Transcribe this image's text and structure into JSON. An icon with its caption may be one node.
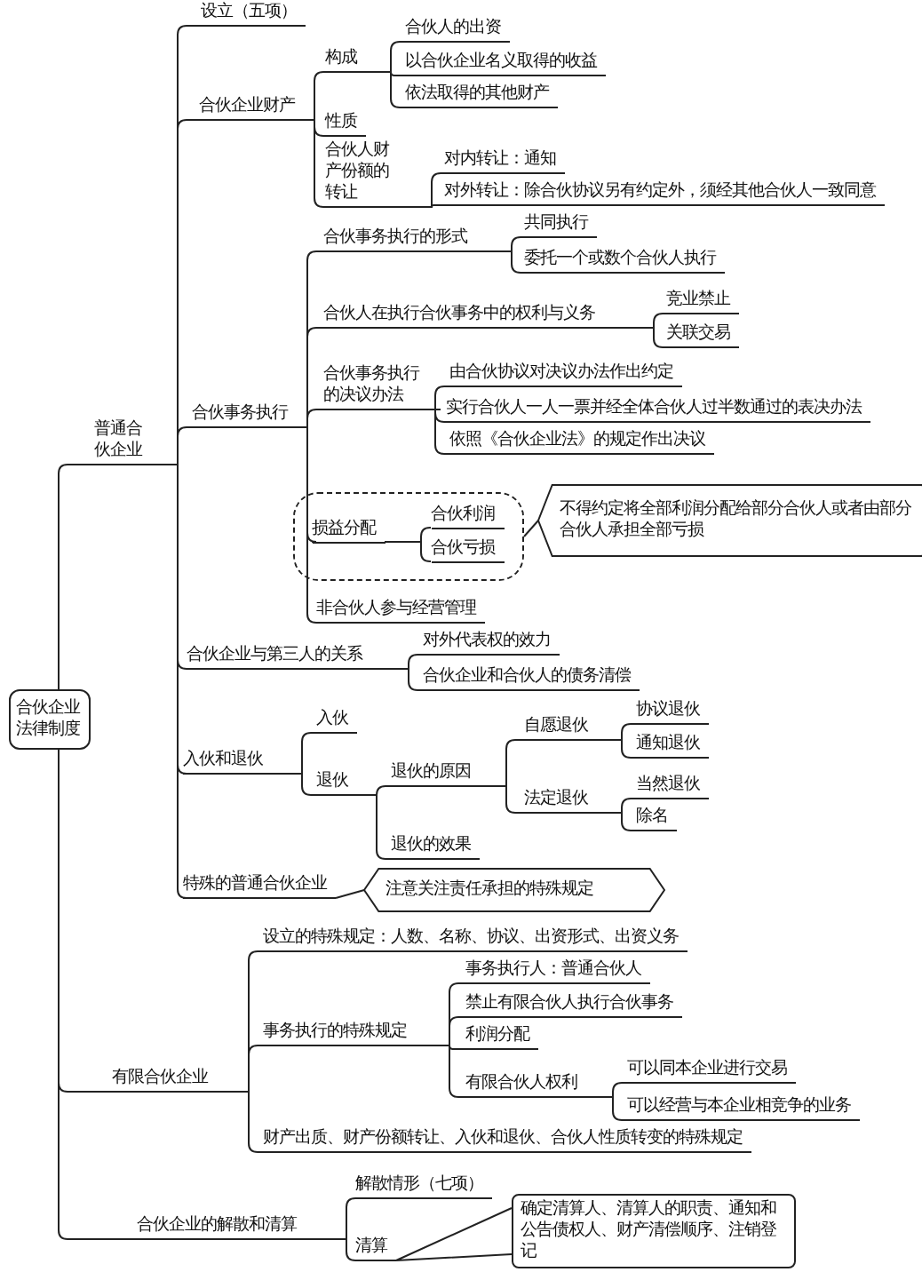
{
  "diagram": {
    "nodes": [
      {
        "text": [
          "合伙企业法律制度"
        ]
      },
      {
        "text": [
          "普通合伙企业"
        ]
      },
      {
        "text": [
          "设立（五项）"
        ]
      },
      {
        "text": [
          "合伙企业财产"
        ]
      },
      {
        "text": [
          "构成"
        ]
      },
      {
        "text": [
          "合伙人的出资"
        ]
      },
      {
        "text": [
          "以合伙企业名义取得的收益"
        ]
      },
      {
        "text": [
          "依法取得的其他财产"
        ]
      },
      {
        "text": [
          "性质"
        ]
      },
      {
        "text": [
          "合伙人财产份额的转让"
        ]
      },
      {
        "text": [
          "对内转让：通知"
        ]
      },
      {
        "text": [
          "对外转让：除合伙协议另有约定外，须经其他合伙人一致同意"
        ]
      },
      {
        "text": [
          "合伙事务执行"
        ]
      },
      {
        "text": [
          "合伙事务执行的形式"
        ]
      },
      {
        "text": [
          "共同执行"
        ]
      },
      {
        "text": [
          "委托一个或数个合伙人执行"
        ]
      },
      {
        "text": [
          "合伙人在执行合伙事务中的权利与义务"
        ]
      },
      {
        "text": [
          "竞业禁止"
        ]
      },
      {
        "text": [
          "关联交易"
        ]
      },
      {
        "text": [
          "合伙事务执行的决议办法"
        ]
      },
      {
        "text": [
          "由合伙协议对决议办法作出约定"
        ]
      },
      {
        "text": [
          "实行合伙人一人一票并经全体合伙人过半数通过的表决办法"
        ]
      },
      {
        "text": [
          "依照《合伙企业法》的规定作出决议"
        ]
      },
      {
        "text": [],
        "shape": "box"
      },
      {
        "text": [
          "损益分配"
        ],
        "in": 23
      },
      {
        "text": [
          "合伙利润"
        ],
        "in": 23
      },
      {
        "text": [
          "合伙亏损"
        ],
        "in": 23
      },
      {
        "text": [
          "不得约定将全部利润分配给部分合伙人或者由部分合伙人承担全部亏损"
        ]
      },
      {
        "text": [
          "非合伙人参与经营管理"
        ]
      },
      {
        "text": [
          "合伙企业与第三人的关系"
        ]
      },
      {
        "text": [
          "对外代表权的效力"
        ]
      },
      {
        "text": [
          "合伙企业和合伙人的债务清偿"
        ]
      },
      {
        "text": [
          "入伙和退伙"
        ]
      },
      {
        "text": [
          "入伙"
        ]
      },
      {
        "text": [
          "退伙"
        ]
      },
      {
        "text": [
          "退伙的原因"
        ]
      },
      {
        "text": [
          "自愿退伙"
        ]
      },
      {
        "text": [
          "协议退伙"
        ]
      },
      {
        "text": [
          "通知退伙"
        ]
      },
      {
        "text": [
          "法定退伙"
        ]
      },
      {
        "text": [
          "当然退伙"
        ]
      },
      {
        "text": [
          "除名"
        ]
      },
      {
        "text": [
          "退伙的效果"
        ]
      },
      {
        "text": [
          "特殊的普通合伙企业"
        ]
      },
      {
        "text": [
          "注意关注责任承担的特殊规定"
        ]
      },
      {
        "text": [
          "有限合伙企业"
        ]
      },
      {
        "text": [
          "设立的特殊规定：人数、名称、协议、出资形式、出资义务"
        ]
      },
      {
        "text": [
          "事务执行的特殊规定"
        ]
      },
      {
        "text": [
          "事务执行人：普通合伙人"
        ]
      },
      {
        "text": [
          "禁止有限合伙人执行合伙事务"
        ]
      },
      {
        "text": [
          "利润分配"
        ]
      },
      {
        "text": [
          "有限合伙人权利"
        ]
      },
      {
        "text": [
          "可以同本企业进行交易"
        ]
      },
      {
        "text": [
          "可以经营与本企业相竞争的业务"
        ]
      },
      {
        "text": [
          "财产出质、财产份额转让、入伙和退伙、合伙人性质转变的特殊规定"
        ]
      },
      {
        "text": [
          "合伙企业的解散和清算"
        ]
      },
      {
        "text": [
          "解散情形（七项）"
        ]
      },
      {
        "text": [
          "清算"
        ]
      },
      {
        "text": [
          "确定清算人、清算人的职责、通知和公告债权人、财产清偿顺序、注销登记"
        ]
      }
    ],
    "edges": [
      {
        "from": 0,
        "to": 1,
        "arrow": "none"
      },
      {
        "from": 0,
        "to": 45,
        "arrow": "none"
      },
      {
        "from": 0,
        "to": 55,
        "arrow": "none"
      },
      {
        "from": 1,
        "to": 2,
        "arrow": "none"
      },
      {
        "from": 1,
        "to": 3,
        "arrow": "none"
      },
      {
        "from": 1,
        "to": 12,
        "arrow": "none"
      },
      {
        "from": 1,
        "to": 29,
        "arrow": "none"
      },
      {
        "from": 1,
        "to": 32,
        "arrow": "none"
      },
      {
        "from": 1,
        "to": 43,
        "arrow": "none"
      },
      {
        "from": 3,
        "to": 4,
        "arrow": "none"
      },
      {
        "from": 3,
        "to": 8,
        "arrow": "none"
      },
      {
        "from": 3,
        "to": 9,
        "arrow": "none"
      },
      {
        "from": 4,
        "to": 5,
        "arrow": "none"
      },
      {
        "from": 4,
        "to": 6,
        "arrow": "none"
      },
      {
        "from": 4,
        "to": 7,
        "arrow": "none"
      },
      {
        "from": 9,
        "to": 10,
        "arrow": "none"
      },
      {
        "from": 9,
        "to": 11,
        "arrow": "none"
      },
      {
        "from": 12,
        "to": 13,
        "arrow": "none"
      },
      {
        "from": 12,
        "to": 16,
        "arrow": "none"
      },
      {
        "from": 12,
        "to": 19,
        "arrow": "none"
      },
      {
        "from": 12,
        "to": 24,
        "arrow": "none"
      },
      {
        "from": 12,
        "to": 28,
        "arrow": "none"
      },
      {
        "from": 13,
        "to": 14,
        "arrow": "none"
      },
      {
        "from": 13,
        "to": 15,
        "arrow": "none"
      },
      {
        "from": 16,
        "to": 17,
        "arrow": "none"
      },
      {
        "from": 16,
        "to": 18,
        "arrow": "none"
      },
      {
        "from": 19,
        "to": 20,
        "arrow": "none"
      },
      {
        "from": 19,
        "to": 21,
        "arrow": "none"
      },
      {
        "from": 19,
        "to": 22,
        "arrow": "none"
      },
      {
        "from": 24,
        "to": 25,
        "arrow": "none"
      },
      {
        "from": 24,
        "to": 26,
        "arrow": "none"
      },
      {
        "from": 23,
        "to": 27,
        "arrow": "none"
      },
      {
        "from": 29,
        "to": 30,
        "arrow": "none"
      },
      {
        "from": 29,
        "to": 31,
        "arrow": "none"
      },
      {
        "from": 32,
        "to": 33,
        "arrow": "none"
      },
      {
        "from": 32,
        "to": 34,
        "arrow": "none"
      },
      {
        "from": 34,
        "to": 35,
        "arrow": "none"
      },
      {
        "from": 34,
        "to": 42,
        "arrow": "none"
      },
      {
        "from": 35,
        "to": 36,
        "arrow": "none"
      },
      {
        "from": 35,
        "to": 39,
        "arrow": "none"
      },
      {
        "from": 36,
        "to": 37,
        "arrow": "none"
      },
      {
        "from": 36,
        "to": 38,
        "arrow": "none"
      },
      {
        "from": 39,
        "to": 40,
        "arrow": "none"
      },
      {
        "from": 39,
        "to": 41,
        "arrow": "none"
      },
      {
        "from": 43,
        "to": 44,
        "arrow": "none"
      },
      {
        "from": 45,
        "to": 46,
        "arrow": "none"
      },
      {
        "from": 45,
        "to": 47,
        "arrow": "none"
      },
      {
        "from": 45,
        "to": 54,
        "arrow": "none"
      },
      {
        "from": 47,
        "to": 48,
        "arrow": "none"
      },
      {
        "from": 47,
        "to": 49,
        "arrow": "none"
      },
      {
        "from": 47,
        "to": 50,
        "arrow": "none"
      },
      {
        "from": 47,
        "to": 51,
        "arrow": "none"
      },
      {
        "from": 51,
        "to": 52,
        "arrow": "none"
      },
      {
        "from": 51,
        "to": 53,
        "arrow": "none"
      },
      {
        "from": 55,
        "to": 56,
        "arrow": "none"
      },
      {
        "from": 55,
        "to": 57,
        "arrow": "none"
      },
      {
        "from": 57,
        "to": 58,
        "arrow": "none"
      }
    ]
  }
}
